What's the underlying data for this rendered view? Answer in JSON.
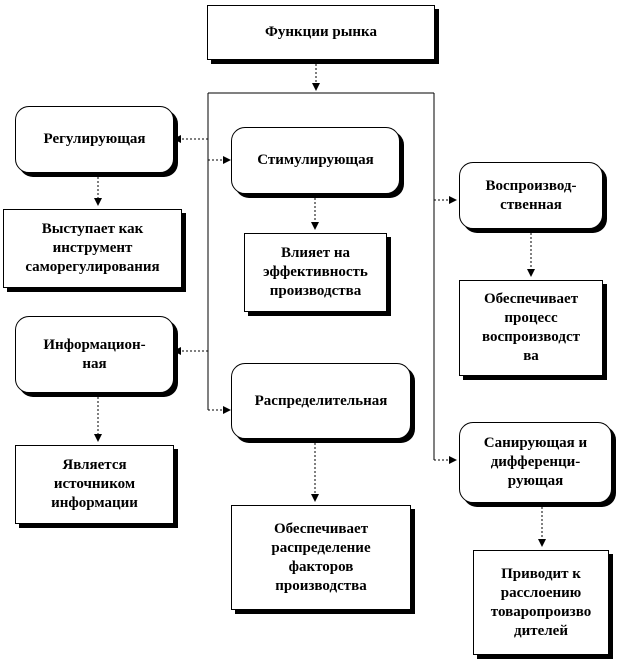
{
  "title": "Функции рынка",
  "functions": {
    "regulating": "Регулирующая",
    "stimulating": "Стимулирующая",
    "reproductive": "Воспроизвод-\nственная",
    "informational": "Информацион-\nная",
    "distributive": "Распределительная",
    "sanitizing": "Санирующая и\nдифференци-\nрующая"
  },
  "descriptions": {
    "regulating": "Выступает как\nинструмент\nсаморегулирования",
    "stimulating": "Влияет на\nэффективность\nпроизводства",
    "reproductive": "Обеспечивает\nпроцесс\nвоспроизводст\nва",
    "informational": "Является\nисточником\nинформации",
    "distributive": "Обеспечивает\nраспределение\nфакторов\nпроизводства",
    "sanitizing": "Приводит к\nрасслоению\nтоваропроизво\nдителей"
  }
}
